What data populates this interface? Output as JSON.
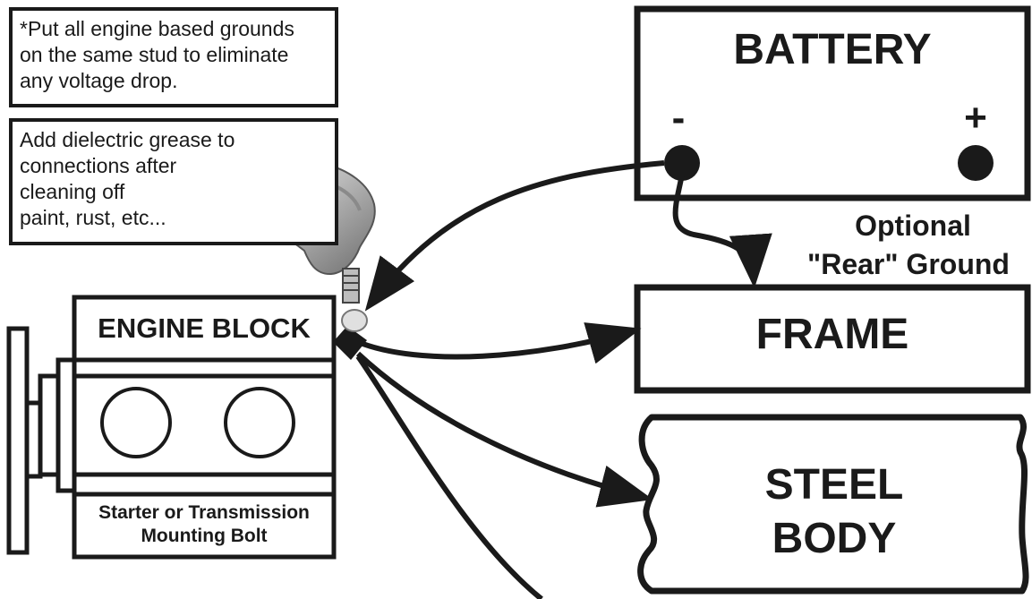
{
  "notes": {
    "stud_note": [
      "*Put all engine based grounds",
      "on the same stud to eliminate",
      "any voltage drop."
    ],
    "grease_note": [
      "Add dielectric grease to",
      "connections after",
      "cleaning off",
      "paint, rust, etc..."
    ]
  },
  "battery": {
    "label": "BATTERY",
    "negative": "-",
    "positive": "+"
  },
  "optional": {
    "line1": "Optional",
    "line2": "\"Rear\" Ground"
  },
  "frame": {
    "label": "FRAME"
  },
  "steel_body": {
    "line1": "STEEL",
    "line2": "BODY"
  },
  "engine": {
    "label": "ENGINE BLOCK",
    "bolt_line1": "Starter or Transmission",
    "bolt_line2": "Mounting Bolt"
  },
  "icons": [
    "hand-icon",
    "grease-tube-icon"
  ],
  "colors": {
    "ink": "#1a1a1a",
    "background": "#ffffff"
  }
}
